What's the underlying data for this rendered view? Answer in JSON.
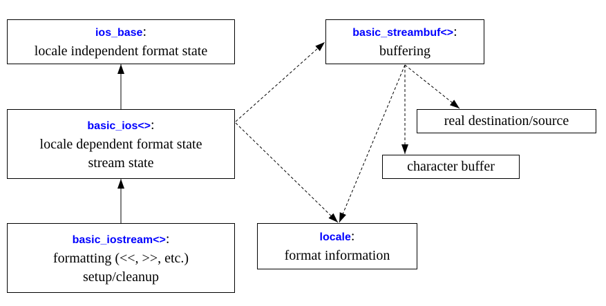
{
  "colors": {
    "class_name": "#0000ff",
    "text": "#000000",
    "border": "#000000",
    "background": "#ffffff"
  },
  "nodes": {
    "ios_base": {
      "name": "ios_base",
      "suffix": ":",
      "lines": [
        "locale independent format state"
      ]
    },
    "basic_ios": {
      "name": "basic_ios<>",
      "suffix": ":",
      "lines": [
        "locale dependent format state",
        "stream state"
      ]
    },
    "basic_iostream": {
      "name": "basic_iostream<>",
      "suffix": ":",
      "lines": [
        "formatting (<<, >>, etc.)",
        "setup/cleanup"
      ]
    },
    "basic_streambuf": {
      "name": "basic_streambuf<>",
      "suffix": ":",
      "lines": [
        "buffering"
      ]
    },
    "real_destination": {
      "lines": [
        "real destination/source"
      ]
    },
    "character_buffer": {
      "lines": [
        "character buffer"
      ]
    },
    "locale": {
      "name": "locale",
      "suffix": ":",
      "lines": [
        "format information"
      ]
    }
  }
}
